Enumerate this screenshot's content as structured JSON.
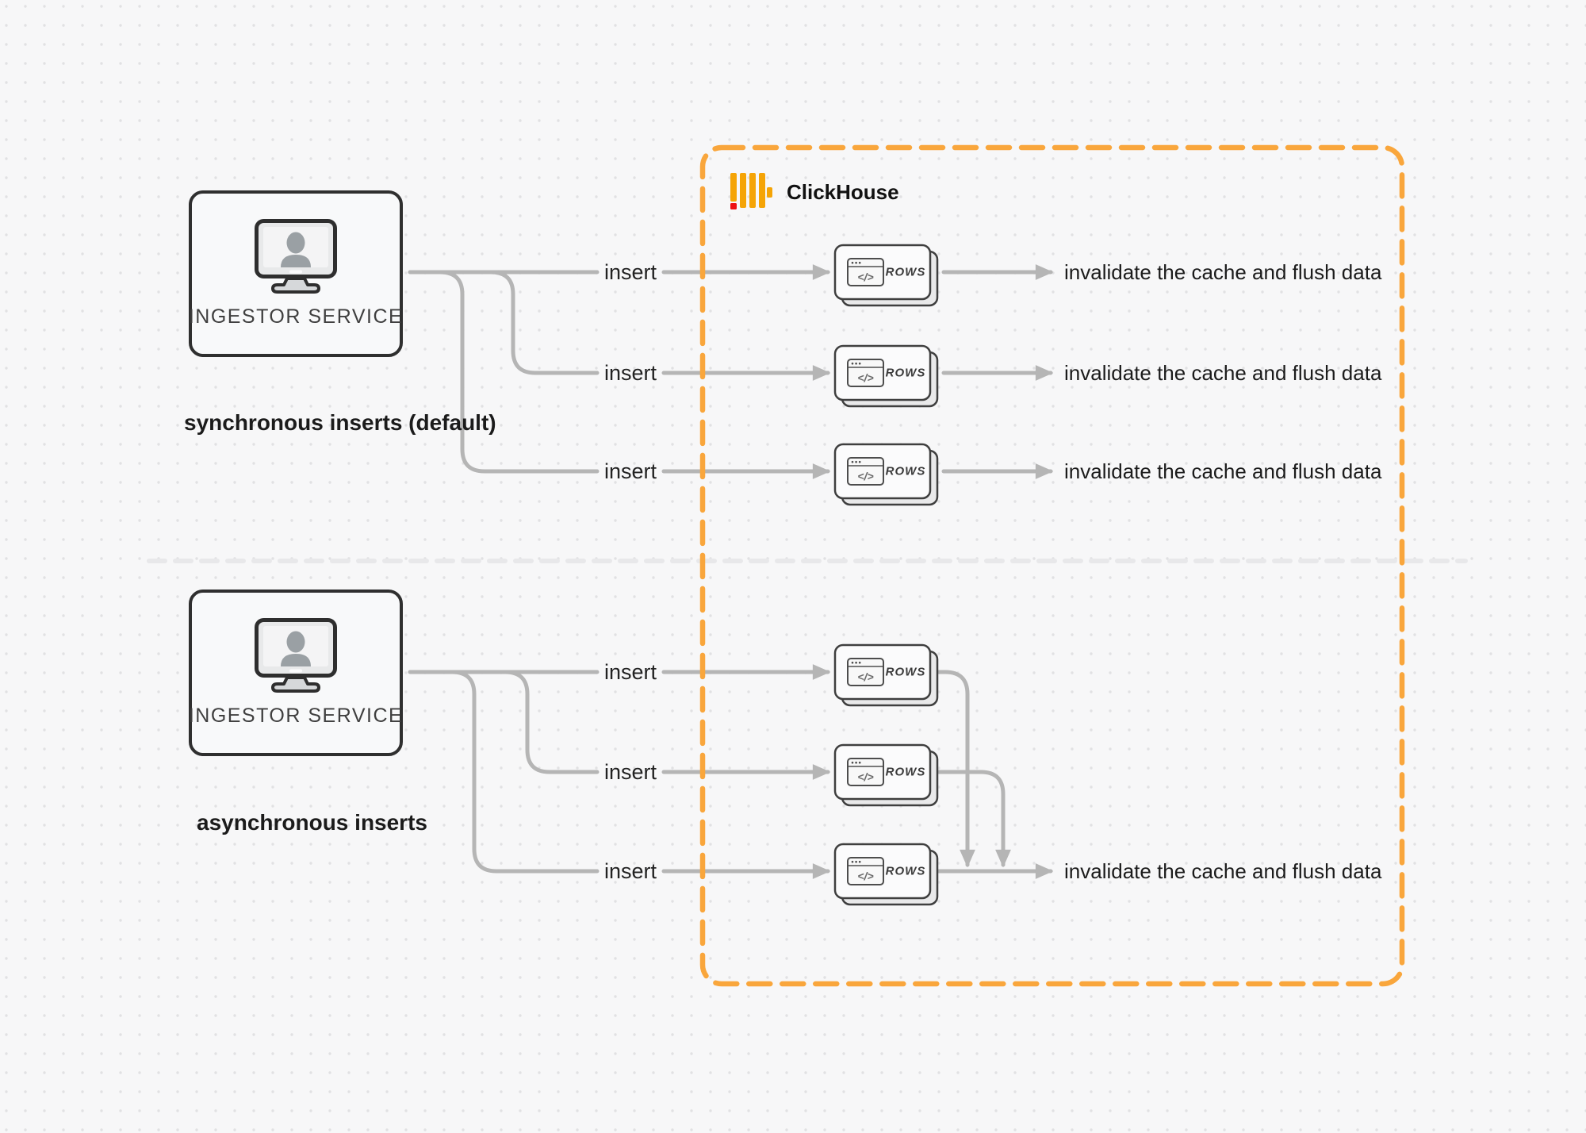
{
  "colors": {
    "accent_orange": "#F9A63C",
    "logo_orange": "#F5A406",
    "logo_red": "#EE1111",
    "connector_gray": "#B5B5B5",
    "card_border": "#3F3F3F",
    "text_dark": "#1B1B1B"
  },
  "clickhouse": {
    "label": "ClickHouse"
  },
  "node_icon_glyph": "</>",
  "sync_section": {
    "title": "synchronous inserts (default)",
    "ingestor_label": "INGESTOR SERVICE",
    "rows": [
      {
        "insert": "insert",
        "node": "ROWS",
        "result": "invalidate the cache and flush data"
      },
      {
        "insert": "insert",
        "node": "ROWS",
        "result": "invalidate the cache and flush data"
      },
      {
        "insert": "insert",
        "node": "ROWS",
        "result": "invalidate the cache and flush data"
      }
    ]
  },
  "async_section": {
    "title": "asynchronous inserts",
    "ingestor_label": "INGESTOR SERVICE",
    "rows": [
      {
        "insert": "insert",
        "node": "ROWS"
      },
      {
        "insert": "insert",
        "node": "ROWS"
      },
      {
        "insert": "insert",
        "node": "ROWS"
      }
    ],
    "result": "invalidate the cache and flush data"
  }
}
